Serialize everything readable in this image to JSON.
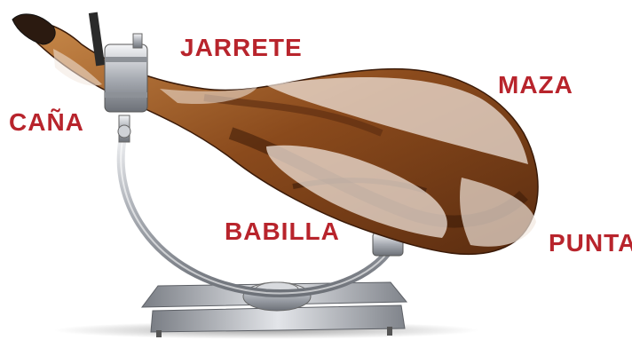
{
  "labels": {
    "jarrete": "JARRETE",
    "cana": "CAÑA",
    "maza": "MAZA",
    "babilla": "BABILLA",
    "punta": "PUNTA"
  },
  "colors": {
    "label": "#b8242c",
    "ham_rind": "#8a4a1c",
    "ham_dark": "#4a2410",
    "fat_overlay": "#f2e8df",
    "stand_metal": "#b9bcc2"
  },
  "icons": {
    "ham": "jamon-illustration",
    "stand": "jamonero-stand"
  }
}
